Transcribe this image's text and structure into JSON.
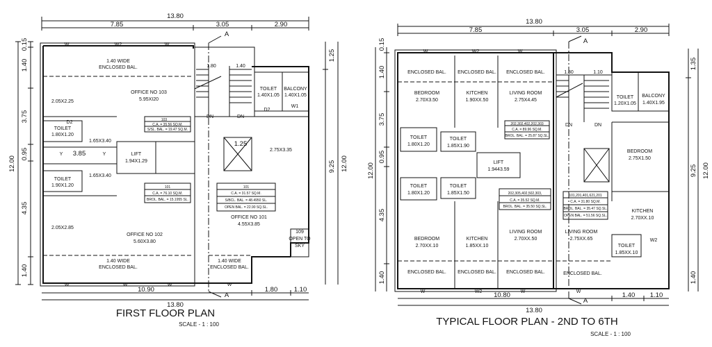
{
  "plans": [
    {
      "title": "FIRST FLOOR PLAN",
      "scale": "SCALE - 1 : 100",
      "dims": {
        "top_total": "13.80",
        "top_a": "7.85",
        "top_b": "3.05",
        "top_c": "2.90",
        "bottom_total": "13.80",
        "bottom_a": "10.90",
        "bottom_b": "1.80",
        "bottom_c": "1.10",
        "left_a": "0.15",
        "left_b": "1.40",
        "left_c": "3.75",
        "left_d": "0.95",
        "left_e": "4.35",
        "left_f": "1.40",
        "left_total": "12.00",
        "right_a": "1.25",
        "right_b": "9.25",
        "right_total": "12.00"
      },
      "section": "A",
      "rooms": {
        "enclosed_top": [
          "1.40 WIDE",
          "ENCLOSED BAL."
        ],
        "office103": [
          "OFFICE NO 103",
          "5.95XI20"
        ],
        "s1": "2.05X2.25",
        "toilet1": [
          "TOILET",
          "1.80X1.20"
        ],
        "s2": "1.65X3.40",
        "box103": [
          "103",
          "C.A. = 35.56 SQ.M.",
          "S/SL. BAL. = 19.47 SQ.M."
        ],
        "v385": [
          "Y",
          "3.85",
          "Y"
        ],
        "lift": [
          "LIFT",
          "1.94X1.29"
        ],
        "toilet2": [
          "TOILET",
          "1.90X1.20"
        ],
        "s3": "1.65X3.40",
        "box102": [
          "101",
          "C.A. = 76.10 SQ.M.",
          "BROL. BAL. = 15.1955 SL."
        ],
        "s4": "2.05X2.85",
        "office102": [
          "OFFICE NO 102",
          "5.60X3.80"
        ],
        "enclosed_bot": [
          "1.40 WIDE",
          "ENCLOSED BAL."
        ],
        "enclosed_bot2": [
          "1.40 WIDE",
          "ENCLOSED BAL."
        ],
        "toilet3": [
          "TOILET",
          "1.40X1.05"
        ],
        "balcony": [
          "BALCONY",
          "1.40X1.05"
        ],
        "w1": "W1",
        "s5": "2.75X3.35",
        "box101": [
          "101",
          "C.A. = 31.57 SQ.M.",
          "S/BCL. BAL. = 48.4950 SL.",
          "OPEN BAL. = 22.90 SQ.SL."
        ],
        "office101": [
          "OFFICE NO 101",
          "4.55X3.85"
        ],
        "opensky": [
          "109",
          "OPEN TO",
          "SKY"
        ],
        "stair": [
          "1.80",
          "1.40",
          "DN",
          "DN",
          "1.25",
          "D2"
        ],
        "win_top": [
          "W",
          "W2",
          "W"
        ],
        "win_bot": [
          "W",
          "W",
          "W",
          "W"
        ],
        "d2": "D2"
      }
    },
    {
      "title": "TYPICAL FLOOR PLAN - 2ND TO 6TH",
      "scale": "SCALE - 1 : 100",
      "dims": {
        "top_total": "13.80",
        "top_a": "7.85",
        "top_b": "3.05",
        "top_c": "2.90",
        "bottom_total": "13.80",
        "bottom_a": "10.80",
        "bottom_b": "1.40",
        "bottom_c": "1.10",
        "left_a": "0.15",
        "left_b": "1.40",
        "left_c": "3.75",
        "left_d": "0.95",
        "left_e": "4.35",
        "left_f": "1.40",
        "left_total": "12.00",
        "right_a": "1.35",
        "right_b": "9.25",
        "right_total": "12.00"
      },
      "section": "A",
      "rooms": {
        "enc1": "ENCLOSED BAL.",
        "enc2": "ENCLOSED BAL.",
        "enc3": "ENCLOSED BAL.",
        "bed1": [
          "BEDROOM",
          "2.70X3.50"
        ],
        "kit1": [
          "KITCHEN",
          "1.90XX.50"
        ],
        "liv1": [
          "LIVING ROOM",
          "2.75X4.45"
        ],
        "toil_a": [
          "TOILET",
          "1.80X1.20"
        ],
        "toil_b": [
          "TOILET",
          "1.85X1.90"
        ],
        "box1": [
          "202,302,402,202,303",
          "C.A. = 89.96 SQ.M.",
          "BROL. BAL. = 25.87 SQ.SL."
        ],
        "lift": [
          "LIFT",
          "1.9443.59"
        ],
        "toil_c": [
          "TOILET",
          "1.80X1.20"
        ],
        "toil_d": [
          "TOILET",
          "1.85X1.50"
        ],
        "box2": [
          "202,305,402,502,303,",
          "C.A. = 35.52 SQ.M.",
          "BROL. BAL. = 35.50 SQ.SL."
        ],
        "bed2": [
          "BEDROOM",
          "2.70XX.10"
        ],
        "kit2": [
          "KITCHEN",
          "1.85XX.10"
        ],
        "liv2": [
          "LIVING ROOM",
          "2.70XX.50"
        ],
        "enc4": "ENCLOSED BAL.",
        "enc5": "ENCLOSED BAL.",
        "enc6": "ENCLOSED BAL.",
        "toil_e": [
          "TOILET",
          "1.20X1.05"
        ],
        "balc": [
          "BALCONY",
          "1.40X1.95"
        ],
        "bed3": [
          "BEDROOM",
          "2.75X1.50"
        ],
        "box3": [
          "101,201,401,621,201",
          "C.A. = 31.80 SQ.M.",
          "BROL. BAL. = 35.47 SQ.SL.",
          "OPEN BAL. = 51.56 SQ.SL."
        ],
        "kit3": [
          "KITCHEN",
          "2.70XX.10"
        ],
        "liv3": [
          "LIVING ROOM",
          "2.75XX.65"
        ],
        "toil_f": [
          "TOILET",
          "1.85XX.10"
        ],
        "enc7": "ENCLOSED BAL.",
        "stair": [
          "1.80",
          "1.10",
          "DN",
          "DN"
        ],
        "win_top": [
          "W",
          "W2",
          "W"
        ],
        "win_bot": [
          "W",
          "W2",
          "W",
          "W"
        ],
        "w2": "W2"
      }
    }
  ]
}
